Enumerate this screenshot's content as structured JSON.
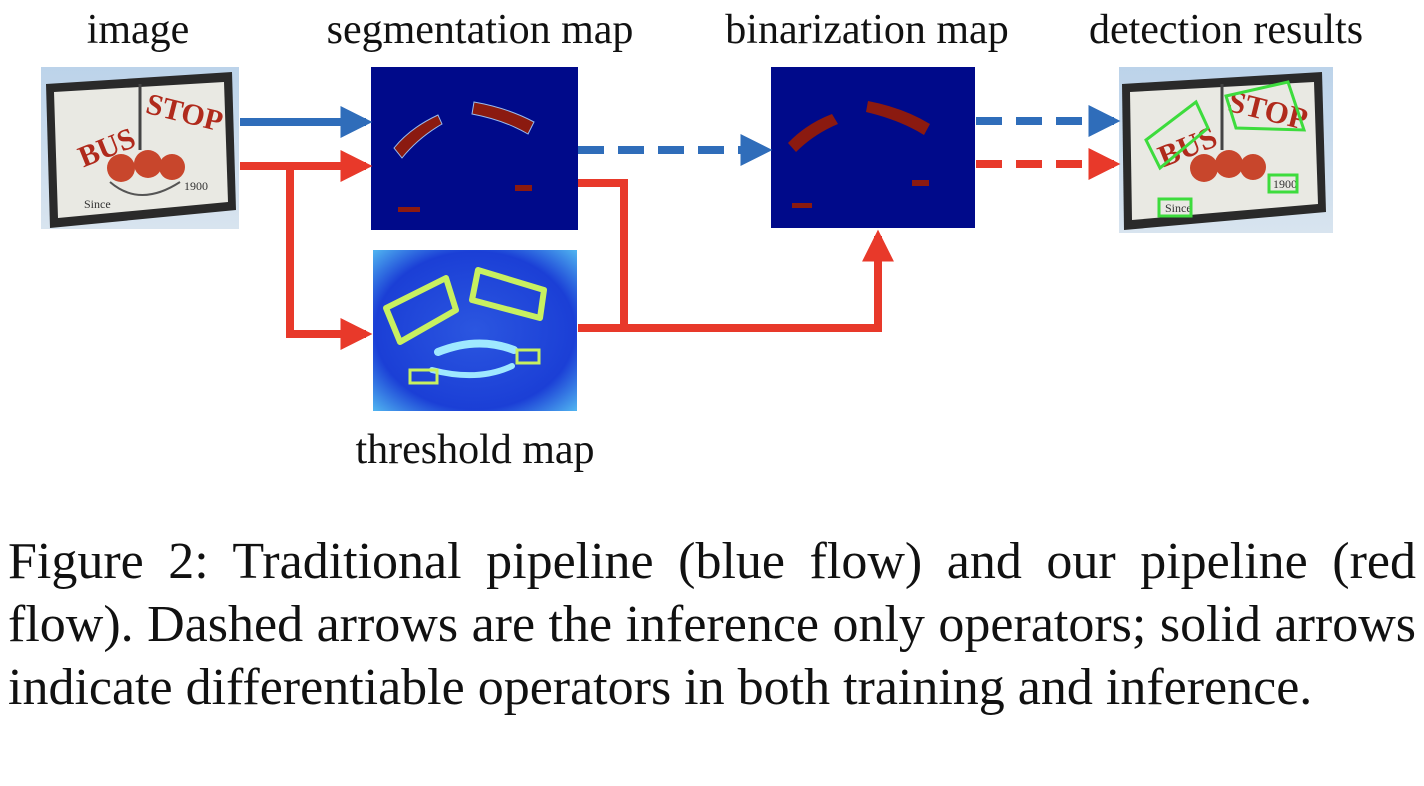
{
  "stages": {
    "image": "image",
    "segmentation": "segmentation map",
    "binarization": "binarization map",
    "detection": "detection results",
    "threshold": "threshold map"
  },
  "sign": {
    "word_left": "BUS",
    "word_right": "STOP",
    "since": "Since",
    "year": "1900"
  },
  "caption": "Figure 2: Traditional pipeline (blue flow) and our pipeline (red flow). Dashed arrows are the inference only operators; solid arrows indicate differentiable operators in both training and inference.",
  "colors": {
    "blue_flow": "#2f6dba",
    "red_flow": "#e8392a",
    "map_background": "#000a8a",
    "text_region": "#8b1a10",
    "threshold_border": "#c8f060"
  }
}
